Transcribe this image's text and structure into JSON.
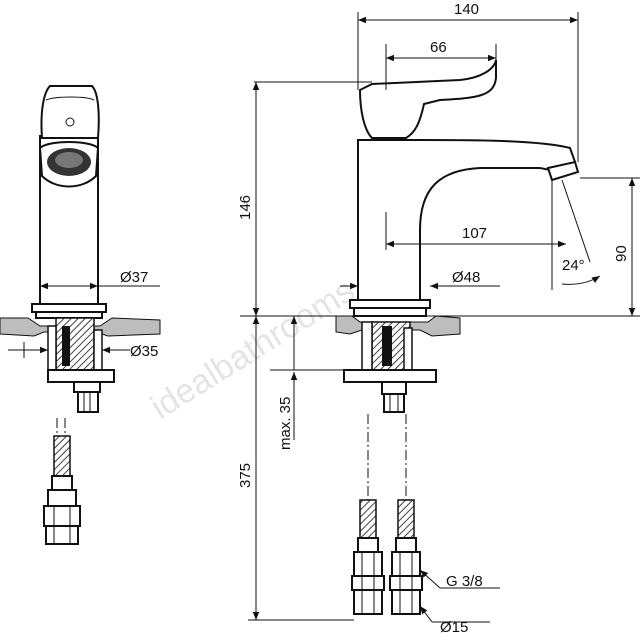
{
  "dimensions": {
    "total_depth": "140",
    "lever_depth": "66",
    "spout_reach": "107",
    "height": "146",
    "spout_height": "90",
    "spout_angle": "24°",
    "base_diameter_side": "Ø37",
    "base_diameter_front": "Ø48",
    "shank_diameter": "Ø35",
    "max_thickness": "max. 35",
    "hose_length": "375",
    "thread": "G 3/8",
    "hose_diameter": "Ø15"
  },
  "watermark": "idealbathrooms.com",
  "colors": {
    "line": "#111111",
    "counter": "#bdbdbd",
    "threads": "#c8c8c8"
  },
  "icons": [
    "arrow-icon"
  ]
}
